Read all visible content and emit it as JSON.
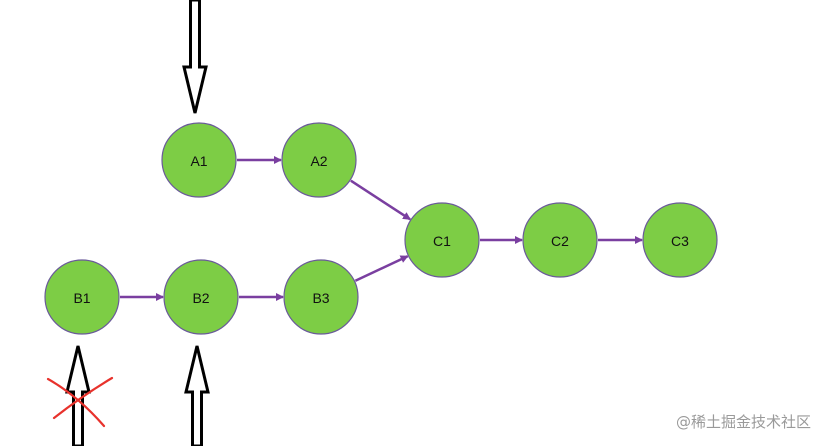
{
  "nodes": [
    {
      "id": "A1",
      "label": "A1"
    },
    {
      "id": "A2",
      "label": "A2"
    },
    {
      "id": "B1",
      "label": "B1"
    },
    {
      "id": "B2",
      "label": "B2"
    },
    {
      "id": "B3",
      "label": "B3"
    },
    {
      "id": "C1",
      "label": "C1"
    },
    {
      "id": "C2",
      "label": "C2"
    },
    {
      "id": "C3",
      "label": "C3"
    }
  ],
  "edges": [
    {
      "from": "A1",
      "to": "A2"
    },
    {
      "from": "A2",
      "to": "C1"
    },
    {
      "from": "B1",
      "to": "B2"
    },
    {
      "from": "B2",
      "to": "B3"
    },
    {
      "from": "B3",
      "to": "C1"
    },
    {
      "from": "C1",
      "to": "C2"
    },
    {
      "from": "C2",
      "to": "C3"
    }
  ],
  "pointers": [
    {
      "target": "A1",
      "direction": "down",
      "crossed": false
    },
    {
      "target": "B1",
      "direction": "up",
      "crossed": true
    },
    {
      "target": "B2",
      "direction": "up",
      "crossed": false
    }
  ],
  "colors": {
    "node_fill": "#7dcd45",
    "node_stroke": "#6a5a9a",
    "edge": "#7a3fa0",
    "pointer": "#000000",
    "cross": "#e8322c"
  },
  "watermark": "@稀土掘金技术社区"
}
